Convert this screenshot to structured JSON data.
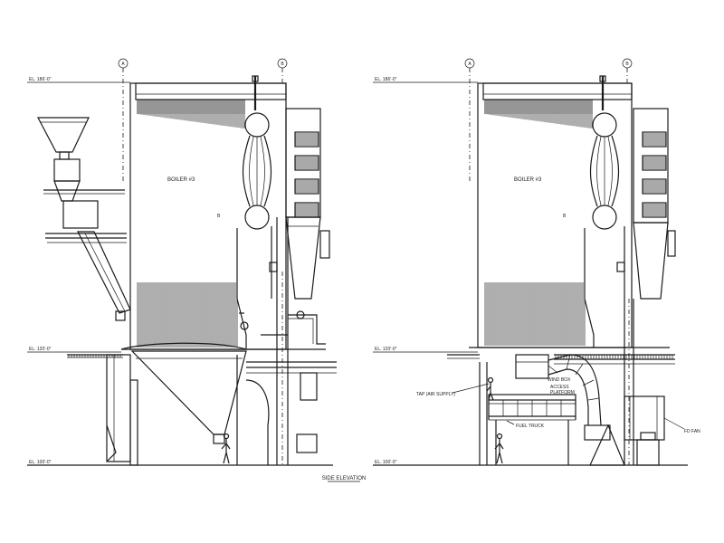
{
  "drawing": {
    "caption": "SIDE ELEVATION",
    "left_view": {
      "grid_marks": [
        "A",
        "B"
      ],
      "boiler_label": "BOILER #3",
      "level_labels": [
        "EL. 186'-0\"",
        "EL. 120'-0\"",
        "EL. 100'-0\""
      ]
    },
    "right_view": {
      "grid_marks": [
        "A",
        "B"
      ],
      "boiler_label": "BOILER #3",
      "level_labels": [
        "EL. 186'-0\"",
        "EL. 120'-0\"",
        "EL. 100'-0\""
      ],
      "callouts": {
        "tap_water": "TAP (AIR SUPPLY)",
        "wind_box": "WIND BOX",
        "access_platform": "ACCESS\nPLATFORM",
        "fuel_truck": "FUEL TRUCK",
        "fd_fan": "FD FAN"
      }
    }
  }
}
